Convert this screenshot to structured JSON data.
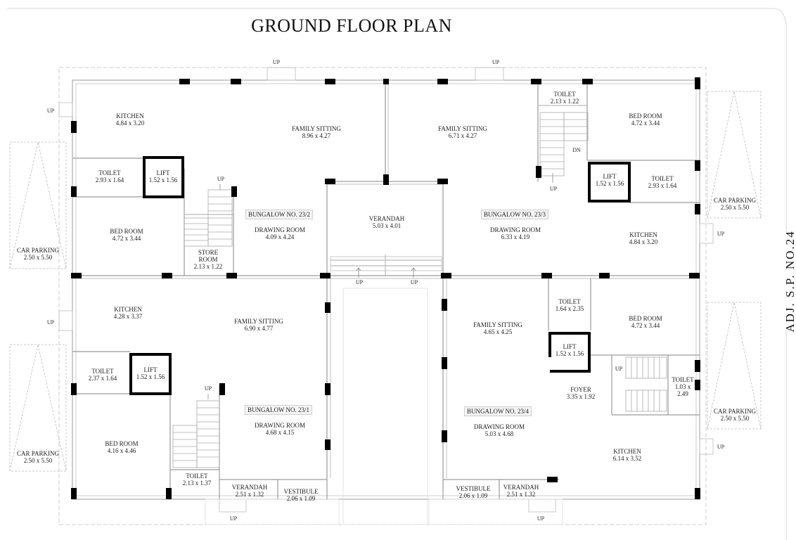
{
  "title": "GROUND FLOOR PLAN",
  "side_label": "ADJ. S.P. NO.24",
  "up_label": "UP",
  "dn_label": "DN",
  "bungalows": {
    "b2": {
      "tag": "BUNGALOW NO. 23/2",
      "kitchen": {
        "name": "KITCHEN",
        "size": "4.84 x 3.20"
      },
      "family": {
        "name": "FAMILY SITTING",
        "size": "8.96 x 4.27"
      },
      "toilet": {
        "name": "TOILET",
        "size": "2.93 x 1.64"
      },
      "lift": {
        "name": "LIFT",
        "size": "1.52 x 1.56"
      },
      "bed": {
        "name": "BED ROOM",
        "size": "4.72 x 3.44"
      },
      "store": {
        "name": "STORE ROOM",
        "size": "2.13 x 1.22"
      },
      "drawing": {
        "name": "DRAWING ROOM",
        "size": "4.09 x 4.24"
      }
    },
    "b3": {
      "tag": "BUNGALOW NO. 23/3",
      "family": {
        "name": "FAMILY SITTING",
        "size": "6.71 x 4.27"
      },
      "toilet_top": {
        "name": "TOILET",
        "size": "2.13 x 1.22"
      },
      "bed": {
        "name": "BED ROOM",
        "size": "4.72 x 3.44"
      },
      "lift": {
        "name": "LIFT",
        "size": "1.52 x 1.56"
      },
      "toilet": {
        "name": "TOILET",
        "size": "2.93 x 1.64"
      },
      "drawing": {
        "name": "DRAWING ROOM",
        "size": "6.33 x 4.19"
      },
      "kitchen": {
        "name": "KITCHEN",
        "size": "4.84 x 3.20"
      }
    },
    "verandah": {
      "name": "VERANDAH",
      "size": "5.03 x 4.01"
    },
    "b1": {
      "tag": "BUNGALOW NO. 23/1",
      "kitchen": {
        "name": "KITCHEN",
        "size": "4.28 x 3.37"
      },
      "family": {
        "name": "FAMILY SITTING",
        "size": "6.90 x 4.77"
      },
      "toilet": {
        "name": "TOILET",
        "size": "2.37 x 1.64"
      },
      "lift": {
        "name": "LIFT",
        "size": "1.52 x 1.56"
      },
      "bed": {
        "name": "BED ROOM",
        "size": "4.16 x 4.46"
      },
      "drawing": {
        "name": "DRAWING ROOM",
        "size": "4.68 x 4.15"
      },
      "toilet2": {
        "name": "TOILET",
        "size": "2.13 x 1.37"
      },
      "verandah": {
        "name": "VERANDAH",
        "size": "2.51 x 1.32"
      },
      "vestibule": {
        "name": "VESTIBULE",
        "size": "2.06 x 1.09"
      }
    },
    "b4": {
      "tag": "BUNGALOW NO. 23/4",
      "family": {
        "name": "FAMILY SITTING",
        "size": "4.65 x 4.25"
      },
      "toilet": {
        "name": "TOILET",
        "size": "1.64 x 2.35"
      },
      "bed": {
        "name": "BED ROOM",
        "size": "4.72 x 3.44"
      },
      "lift": {
        "name": "LIFT",
        "size": "1.52 x 1.56"
      },
      "foyer": {
        "name": "FOYER",
        "size": "3.35 x 1.92"
      },
      "toilet2": {
        "name": "TOILET",
        "size1": "1.03 x",
        "size2": "2.49"
      },
      "drawing": {
        "name": "DRAWING ROOM",
        "size": "5.03 x 4.68"
      },
      "kitchen": {
        "name": "KITCHEN",
        "size": "6.14 x 3.52"
      },
      "vestibule": {
        "name": "VESTIBULE",
        "size": "2.06 x 1.09"
      },
      "verandah": {
        "name": "VERANDAH",
        "size": "2.51 x 1.32"
      }
    }
  },
  "car_parking": {
    "name": "CAR PARKING",
    "size": "2.50 x 5.50"
  }
}
